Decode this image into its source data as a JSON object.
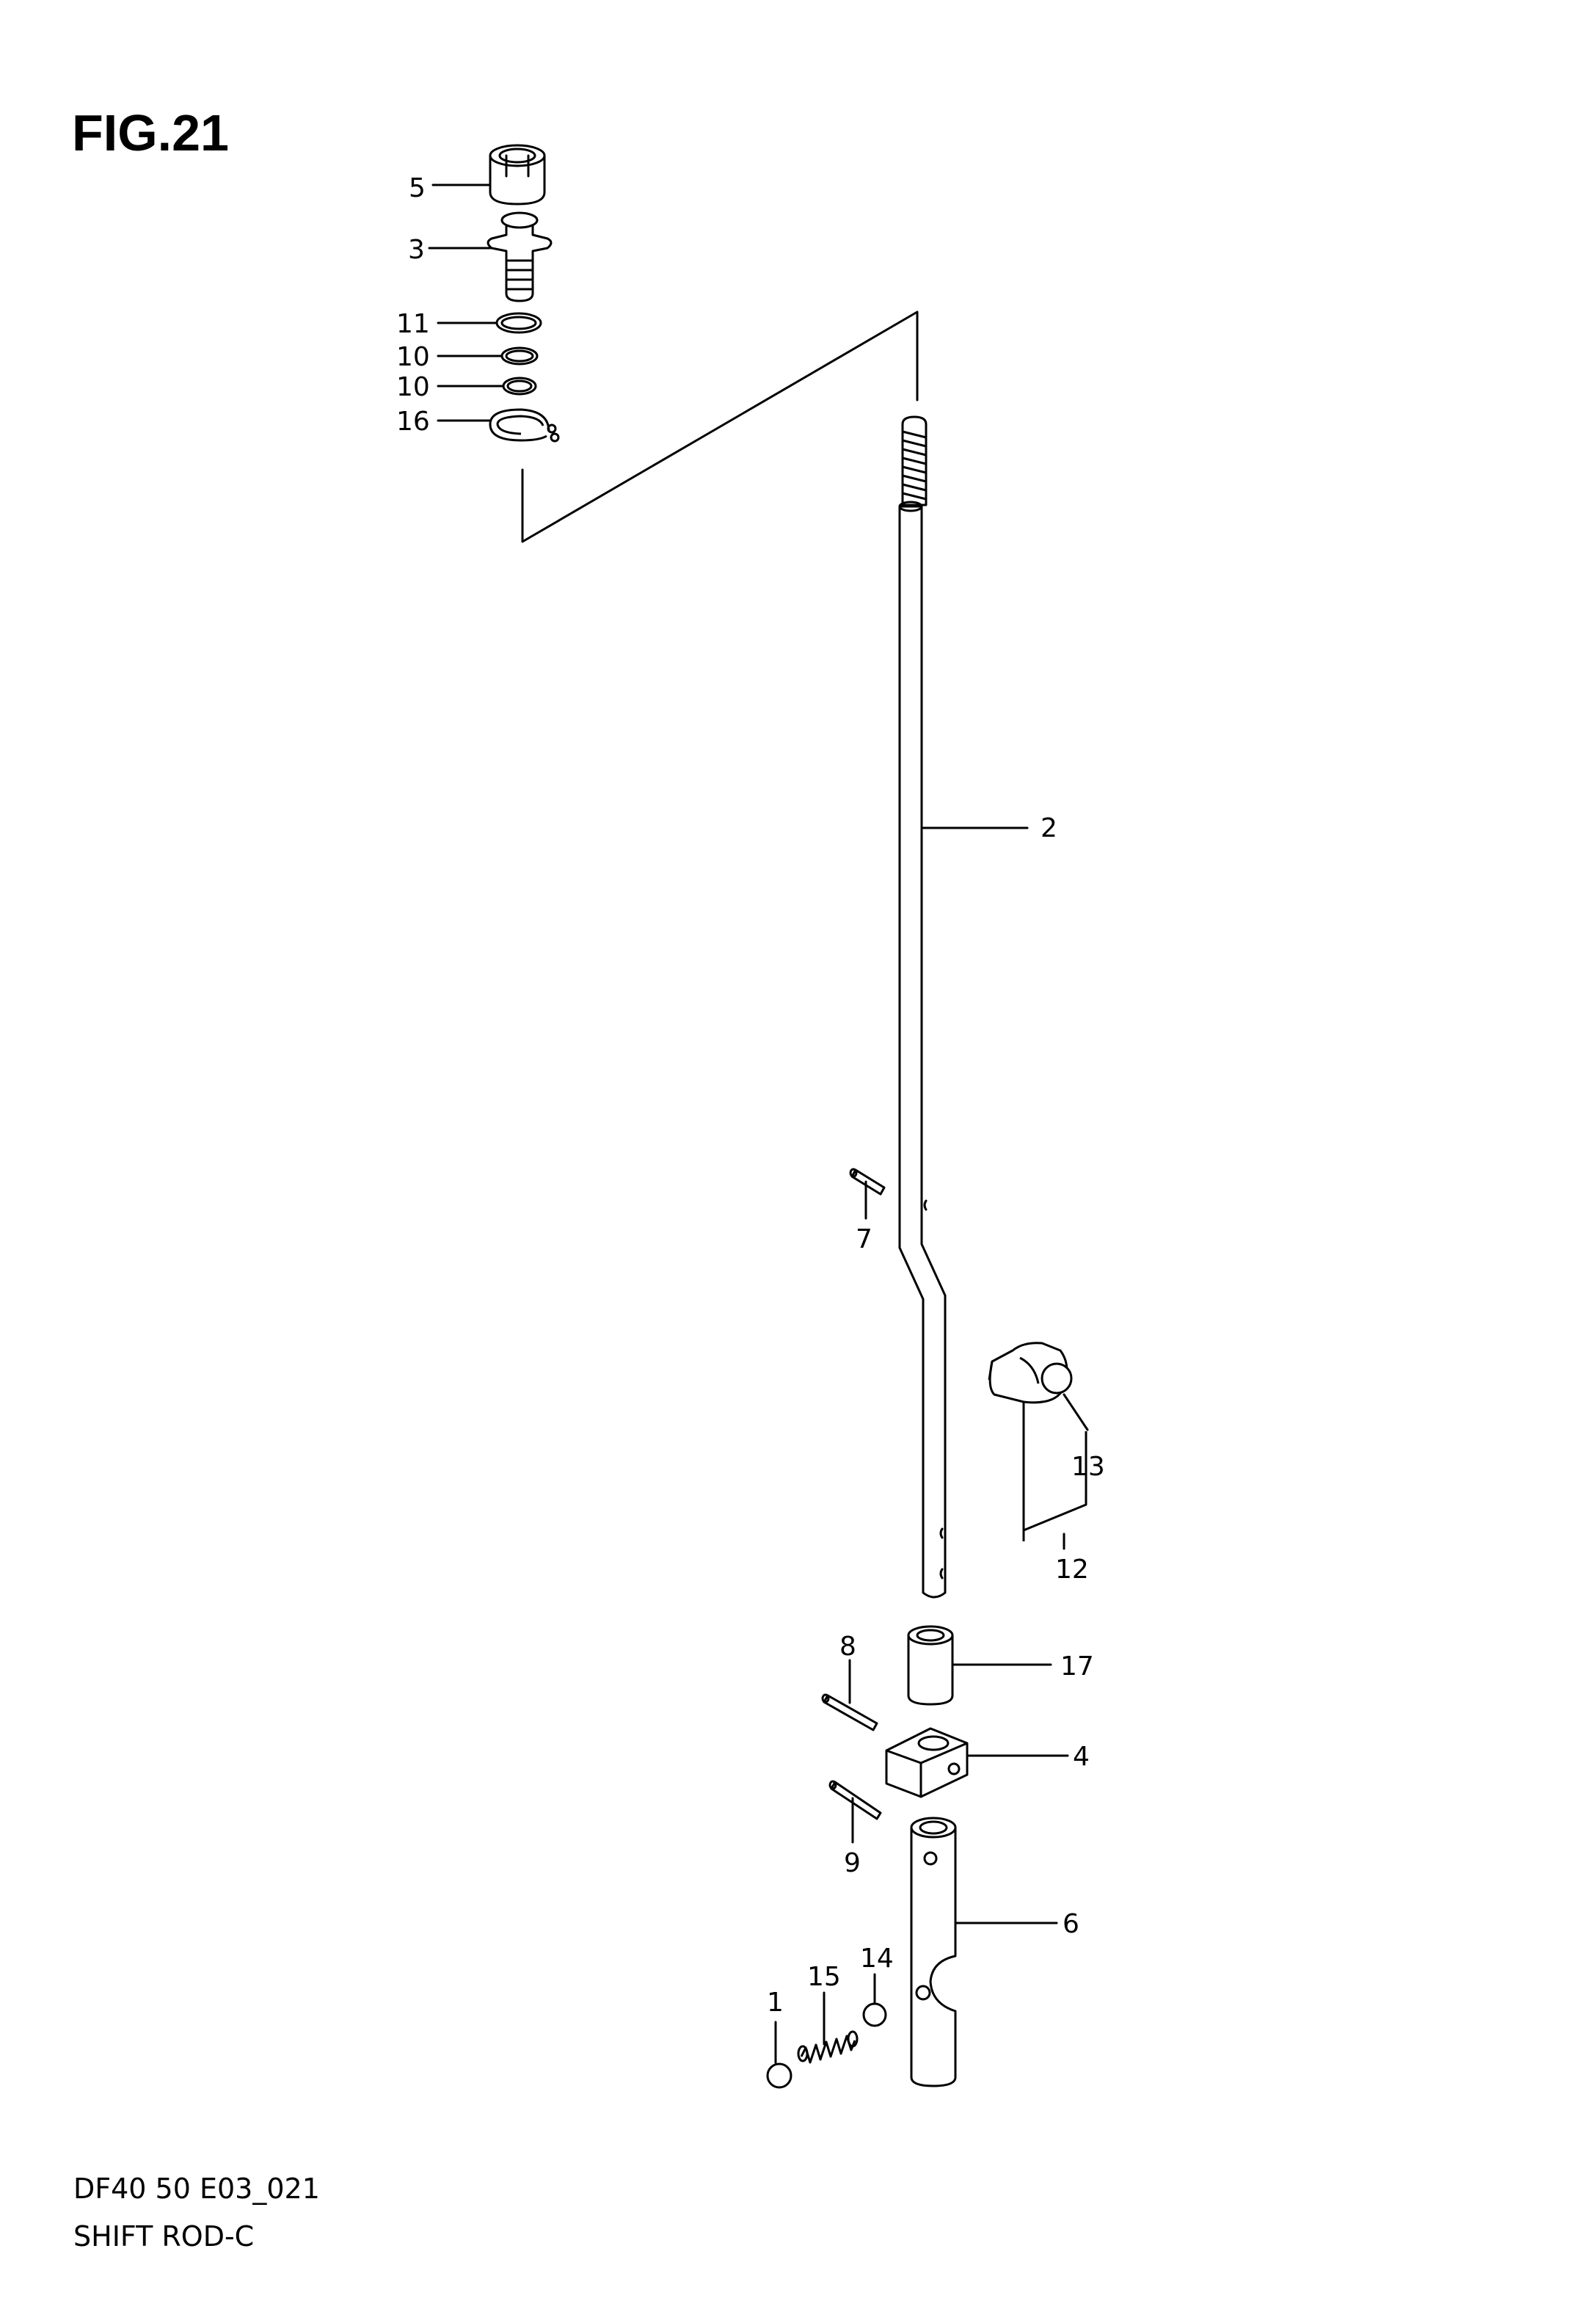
{
  "figure_title": "FIG.21",
  "caption": {
    "model_code": "DF40 50 E03_021",
    "name": "SHIFT ROD-C"
  },
  "callouts": {
    "c1": "1",
    "c2": "2",
    "c3": "3",
    "c4": "4",
    "c5": "5",
    "c6": "6",
    "c7": "7",
    "c8": "8",
    "c9": "9",
    "c10a": "10",
    "c10b": "10",
    "c11": "11",
    "c12": "12",
    "c13": "13",
    "c14": "14",
    "c15": "15",
    "c16": "16",
    "c17": "17"
  }
}
